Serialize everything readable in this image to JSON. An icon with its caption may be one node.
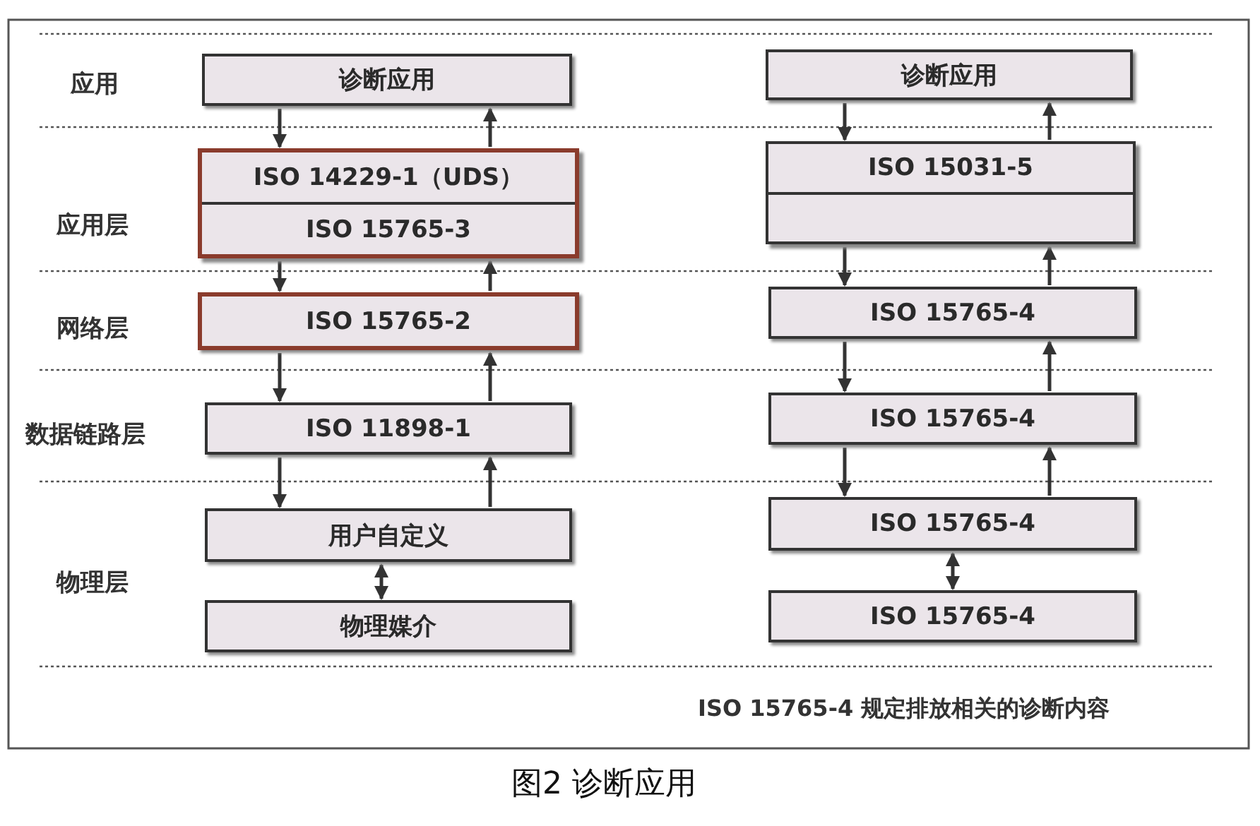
{
  "diagram": {
    "caption": "图2 诊断应用",
    "nodes": [
      {
        "text": [
          "诊断应用"
        ]
      },
      {
        "text": [],
        "shape": "box"
      },
      {
        "text": [
          "ISO 14229-1（UDS）"
        ],
        "in": 1
      },
      {
        "text": [
          "ISO 15765-3"
        ],
        "in": 1
      },
      {
        "text": [
          "ISO 15765-2"
        ]
      },
      {
        "text": [
          "ISO 11898-1"
        ]
      },
      {
        "text": [
          "用户自定义"
        ]
      },
      {
        "text": [
          "物理媒介"
        ]
      },
      {
        "text": [
          "诊断应用"
        ]
      },
      {
        "text": [],
        "shape": "box"
      },
      {
        "text": [
          "ISO 15031-5"
        ],
        "in": 9
      },
      {
        "text": [],
        "shape": "box",
        "in": 9
      },
      {
        "text": [
          "ISO 15765-4"
        ]
      },
      {
        "text": [
          "ISO 15765-4"
        ]
      },
      {
        "text": [
          "ISO 15765-4"
        ]
      },
      {
        "text": [
          "ISO 15765-4"
        ]
      }
    ],
    "edges": [
      {
        "from": 0,
        "to": 1,
        "arrow": "to"
      },
      {
        "from": 1,
        "to": 0,
        "arrow": "to"
      },
      {
        "from": 1,
        "to": 4,
        "arrow": "to"
      },
      {
        "from": 4,
        "to": 1,
        "arrow": "to"
      },
      {
        "from": 4,
        "to": 5,
        "arrow": "to"
      },
      {
        "from": 5,
        "to": 4,
        "arrow": "to"
      },
      {
        "from": 5,
        "to": 6,
        "arrow": "to"
      },
      {
        "from": 6,
        "to": 5,
        "arrow": "to"
      },
      {
        "from": 6,
        "to": 7,
        "arrow": "both"
      },
      {
        "from": 8,
        "to": 9,
        "arrow": "to"
      },
      {
        "from": 9,
        "to": 8,
        "arrow": "to"
      },
      {
        "from": 9,
        "to": 12,
        "arrow": "to"
      },
      {
        "from": 12,
        "to": 9,
        "arrow": "to"
      },
      {
        "from": 12,
        "to": 13,
        "arrow": "to"
      },
      {
        "from": 13,
        "to": 12,
        "arrow": "to"
      },
      {
        "from": 13,
        "to": 14,
        "arrow": "to"
      },
      {
        "from": 14,
        "to": 13,
        "arrow": "to"
      },
      {
        "from": 14,
        "to": 15,
        "arrow": "both"
      }
    ],
    "labels": [
      "应用",
      "应用层",
      "网络层",
      "数据链路层",
      "物理层",
      "ISO 15765-4 规定排放相关的诊断内容"
    ]
  }
}
